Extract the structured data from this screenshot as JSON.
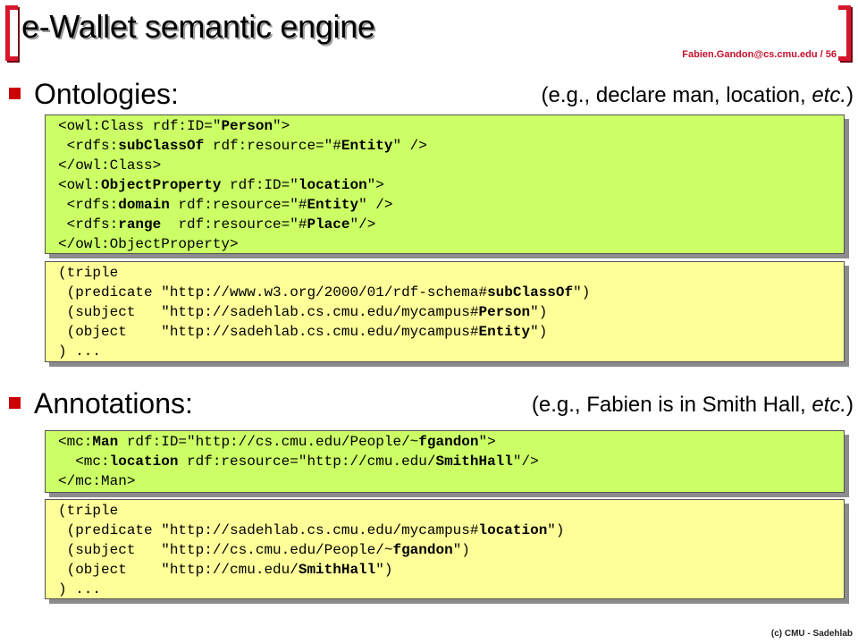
{
  "slide": {
    "title": "e-Wallet semantic engine",
    "author": "Fabien.Gandon@cs.cmu.edu  / 56",
    "footer": "(c) CMU - Sadehlab",
    "accent_color": "#d8162c"
  },
  "sections": [
    {
      "label": "Ontologies:",
      "note_prefix": "(e.g., declare man, location, ",
      "note_italic": "etc.",
      "note_suffix": ")",
      "boxes": [
        {
          "color": "green",
          "lines": [
            [
              [
                "<owl:Class rdf:ID=\"",
                false
              ],
              [
                "Person",
                true
              ],
              [
                "\">",
                false
              ]
            ],
            [
              [
                " <rdfs:",
                false
              ],
              [
                "subClassOf",
                true
              ],
              [
                " rdf:resource=\"#",
                false
              ],
              [
                "Entity",
                true
              ],
              [
                "\" />",
                false
              ]
            ],
            [
              [
                "</owl:Class>",
                false
              ]
            ],
            [
              [
                "<owl:",
                false
              ],
              [
                "ObjectProperty",
                true
              ],
              [
                " rdf:ID=\"",
                false
              ],
              [
                "location",
                true
              ],
              [
                "\">",
                false
              ]
            ],
            [
              [
                " <rdfs:",
                false
              ],
              [
                "domain",
                true
              ],
              [
                " rdf:resource=\"#",
                false
              ],
              [
                "Entity",
                true
              ],
              [
                "\" />",
                false
              ]
            ],
            [
              [
                " <rdfs:",
                false
              ],
              [
                "range",
                true
              ],
              [
                "  rdf:resource=\"#",
                false
              ],
              [
                "Place",
                true
              ],
              [
                "\"/>",
                false
              ]
            ],
            [
              [
                "</owl:ObjectProperty>",
                false
              ]
            ]
          ]
        },
        {
          "color": "yellow",
          "lines": [
            [
              [
                "(triple",
                false
              ]
            ],
            [
              [
                " (predicate \"http://www.w3.org/2000/01/rdf-schema#",
                false
              ],
              [
                "subClassOf",
                true
              ],
              [
                "\")",
                false
              ]
            ],
            [
              [
                " (subject   \"http://sadehlab.cs.cmu.edu/mycampus#",
                false
              ],
              [
                "Person",
                true
              ],
              [
                "\")",
                false
              ]
            ],
            [
              [
                " (object    \"http://sadehlab.cs.cmu.edu/mycampus#",
                false
              ],
              [
                "Entity",
                true
              ],
              [
                "\")",
                false
              ]
            ],
            [
              [
                ") ...",
                false
              ]
            ]
          ]
        }
      ]
    },
    {
      "label": "Annotations:",
      "note_prefix": "(e.g., Fabien is in Smith Hall, ",
      "note_italic": "etc.",
      "note_suffix": ")",
      "boxes": [
        {
          "color": "green",
          "lines": [
            [
              [
                "<mc:",
                false
              ],
              [
                "Man",
                true
              ],
              [
                " rdf:ID=\"http://cs.cmu.edu/People/~",
                false
              ],
              [
                "fgandon",
                true
              ],
              [
                "\">",
                false
              ]
            ],
            [
              [
                "  <mc:",
                false
              ],
              [
                "location",
                true
              ],
              [
                " rdf:resource=\"http://cmu.edu/",
                false
              ],
              [
                "SmithHall",
                true
              ],
              [
                "\"/>",
                false
              ]
            ],
            [
              [
                "</mc:Man>",
                false
              ]
            ]
          ]
        },
        {
          "color": "yellow",
          "lines": [
            [
              [
                "(triple",
                false
              ]
            ],
            [
              [
                " (predicate \"http://sadehlab.cs.cmu.edu/mycampus#",
                false
              ],
              [
                "location",
                true
              ],
              [
                "\")",
                false
              ]
            ],
            [
              [
                " (subject   \"http://cs.cmu.edu/People/~",
                false
              ],
              [
                "fgandon",
                true
              ],
              [
                "\")",
                false
              ]
            ],
            [
              [
                " (object    \"http://cmu.edu/",
                false
              ],
              [
                "SmithHall",
                true
              ],
              [
                "\")",
                false
              ]
            ],
            [
              [
                ") ...",
                false
              ]
            ]
          ]
        }
      ]
    }
  ]
}
